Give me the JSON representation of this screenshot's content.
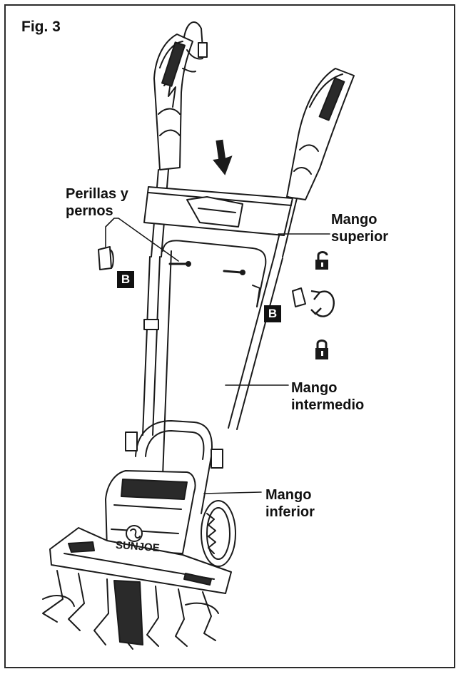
{
  "figure": {
    "title": "Fig. 3"
  },
  "labels": {
    "knobs_bolts_line1": "Perillas y",
    "knobs_bolts_line2": "pernos",
    "upper_handle_line1": "Mango",
    "upper_handle_line2": "superior",
    "middle_handle_line1": "Mango",
    "middle_handle_line2": "intermedio",
    "lower_handle_line1": "Mango",
    "lower_handle_line2": "inferior"
  },
  "callouts": {
    "left": "B",
    "right": "B"
  },
  "brand": {
    "name": "SUNJOE"
  },
  "icons": {
    "down_arrow": "arrow-down-icon",
    "unlocked": "padlock-open-icon",
    "rotate": "rotate-arrows-icon",
    "locked": "padlock-closed-icon"
  },
  "colors": {
    "line": "#1a1a1a",
    "fill": "#ffffff",
    "dark": "#2a2a2a"
  }
}
